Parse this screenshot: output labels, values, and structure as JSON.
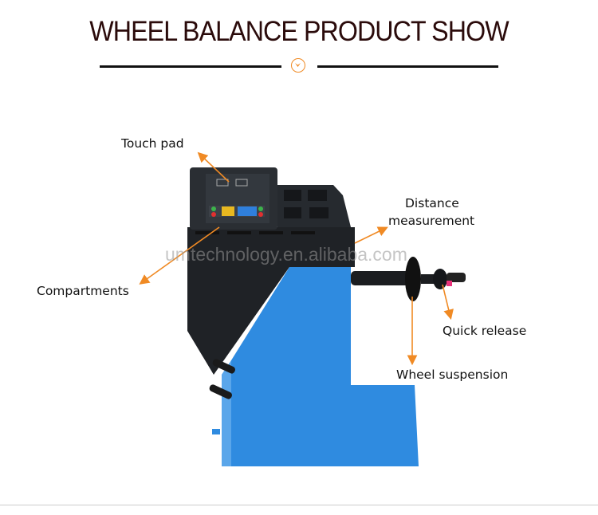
{
  "header": {
    "title": "WHEEL BALANCE PRODUCT SHOW",
    "divider_icon": "chevron-down-circle-icon",
    "accent": "#f08a24"
  },
  "labels": {
    "touch_pad": "Touch pad",
    "compartments": "Compartments",
    "distance_line1": "Distance",
    "distance_line2": "measurement",
    "quick_release": "Quick release",
    "wheel_suspension": "Wheel suspension"
  },
  "watermark": "umtechnology.en.alibaba.com",
  "colors": {
    "body_blue": "#2f8be0",
    "housing_black": "#1f2226",
    "arrow": "#f08a24"
  }
}
